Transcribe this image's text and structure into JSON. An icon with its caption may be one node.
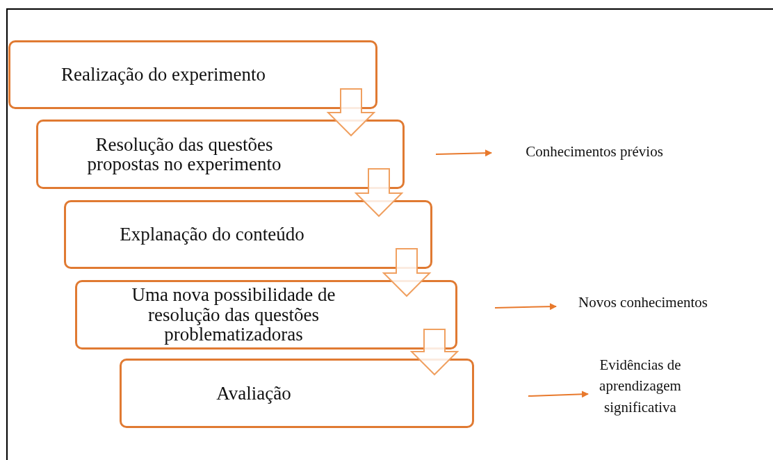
{
  "diagram": {
    "nodes": [
      {
        "text": [
          "Realização do experimento"
        ]
      },
      {
        "text": [
          "Resolução das questões propostas no experimento"
        ]
      },
      {
        "text": [
          "Explanação do conteúdo"
        ]
      },
      {
        "text": [
          "Uma nova possibilidade de resolução das questões problematizadoras"
        ]
      },
      {
        "text": [
          "Avaliação"
        ]
      },
      {
        "text": [
          "Conhecimentos prévios"
        ]
      },
      {
        "text": [
          "Novos conhecimentos"
        ]
      },
      {
        "text": [
          "Evidências de aprendizagem significativa"
        ]
      }
    ],
    "edges": [
      {
        "from": 0,
        "to": 1,
        "arrow": "to",
        "style": "thick"
      },
      {
        "from": 1,
        "to": 2,
        "arrow": "to",
        "style": "thick"
      },
      {
        "from": 2,
        "to": 3,
        "arrow": "to",
        "style": "thick"
      },
      {
        "from": 3,
        "to": 4,
        "arrow": "to",
        "style": "thick"
      },
      {
        "from": null,
        "to": 5,
        "arrow": "to"
      },
      {
        "from": null,
        "to": 6,
        "arrow": "to"
      },
      {
        "from": null,
        "to": 7,
        "arrow": "to"
      }
    ]
  }
}
